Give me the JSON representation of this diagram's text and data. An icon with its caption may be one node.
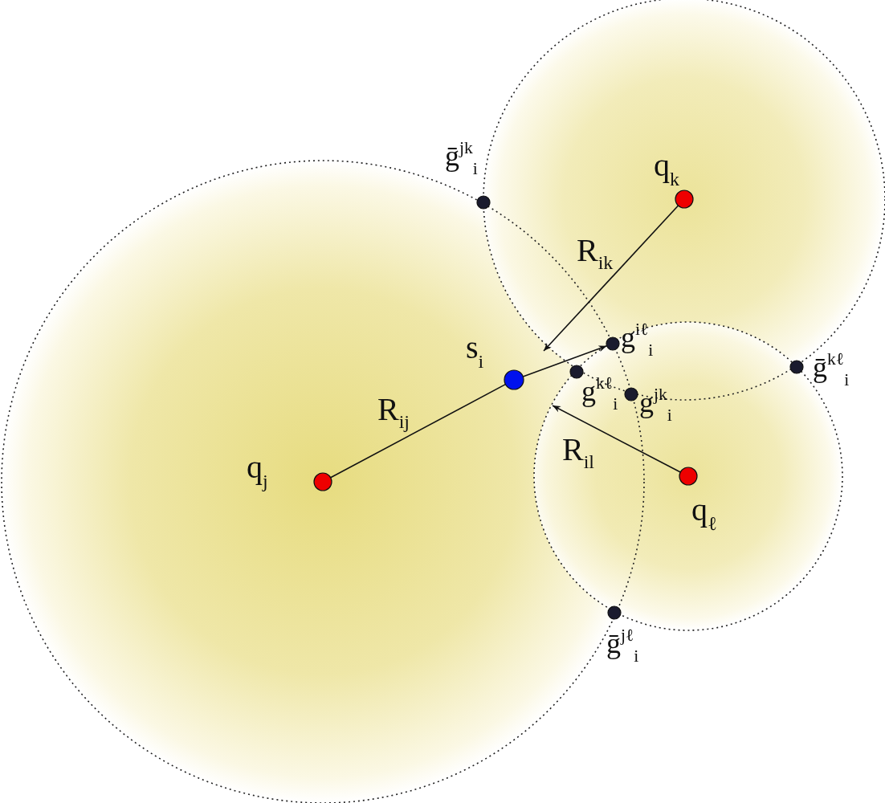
{
  "diagram": {
    "nodes": [
      {
        "text": [
          "ḡ$^{jk}$$_{i}$"
        ]
      },
      {
        "text": [
          "q$_{k}$"
        ]
      },
      {
        "text": [
          "g$^{iℓ}$$_{i}$"
        ]
      },
      {
        "text": [
          "s$_{i}$"
        ]
      },
      {
        "text": [
          "ḡ$^{kℓ}$$_{i}$"
        ]
      },
      {
        "text": [
          "g$^{kℓ}$$_{i}$"
        ]
      },
      {
        "text": [
          "g$^{jk}$$_{i}$"
        ]
      },
      {
        "text": [
          "q$_{j}$"
        ]
      },
      {
        "text": [
          "q$_{ℓ}$"
        ]
      },
      {
        "text": [
          "ḡ$^{jℓ}$$_{i}$"
        ]
      }
    ],
    "edges": [
      {
        "from": 7,
        "to": 3,
        "arrow": "none",
        "label": "R$_{ij}$"
      },
      {
        "from": 3,
        "to": 2,
        "arrow": "to"
      },
      {
        "from": 1,
        "to": null,
        "arrow": "to",
        "label": "R$_{ik}$"
      },
      {
        "from": 8,
        "to": null,
        "arrow": "to",
        "label": "R$_{il}$"
      }
    ]
  }
}
